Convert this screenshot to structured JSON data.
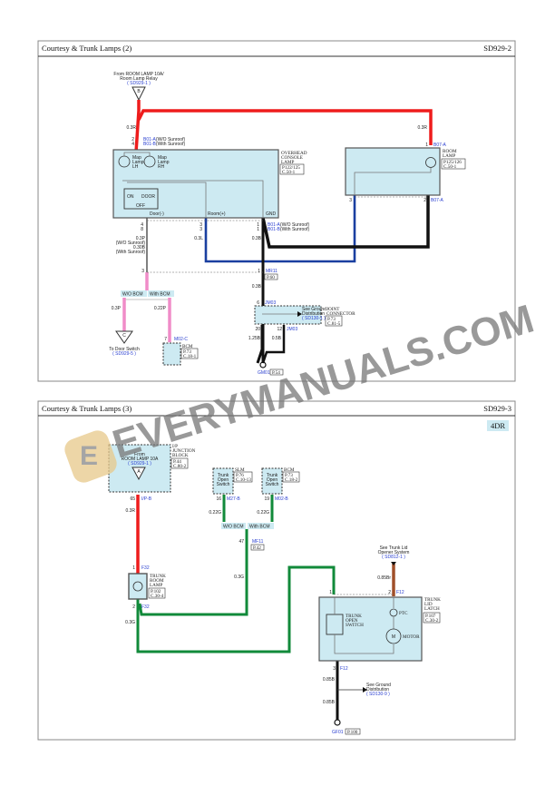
{
  "panels": [
    {
      "title": "Courtesy & Trunk Lamps (2)",
      "code": "SD929-2",
      "from_label1": "From ROOM LAMP 10A/",
      "from_label2": "Room Lamp Relay",
      "from_ref": "( SD929-1 )",
      "from_tri": "B",
      "wire_03r_a": "0.3R",
      "wire_03r_b": "0.3R",
      "pin2": "2",
      "pin4": "4",
      "b01a_top": "B01-A",
      "b01a_top_note": "(W/O Sunroof)",
      "b01b_top": "B01-B",
      "b01b_top_note": "(With Sunroof)",
      "overhead": {
        "name1": "OVERHEAD",
        "name2": "CONSOLE",
        "name3": "LAMP",
        "ref1": "P122/125",
        "ref2": "C.50-1",
        "map_lh1": "Map",
        "map_lh2": "Lamp",
        "map_lh3": "LH",
        "map_rh1": "Map",
        "map_rh2": "Lamp",
        "map_rh3": "RH",
        "sw_on": "ON",
        "sw_door": "DOOR",
        "sw_off": "OFF",
        "door": "Door(-)",
        "room": "Room(+)",
        "gnd": "GND"
      },
      "room_lamp": {
        "name1": "ROOM",
        "name2": "LAMP",
        "ref1": "P125/126",
        "ref2": "C.50-1",
        "pin1": "1",
        "pin1_conn": "B07-A",
        "pin3": "3",
        "pin2": "2",
        "pin2_conn": "B07-A"
      },
      "pins_bottom": {
        "p4": "4",
        "p8": "8",
        "p3a": "3",
        "p3b": "3",
        "p1a": "1",
        "p1b": "1",
        "b01a": "B01-A",
        "b01a_note": "(W/O Sunroof)",
        "b01b": "B01-B",
        "b01b_note": "(With Sunroof)"
      },
      "wire_03p": "0.3P",
      "wire_03p_note": "(W/O Sunroof)",
      "wire_030b": "0.30B",
      "wire_030b_note": "(With Sunroof)",
      "wire_03l": "0.3L",
      "wire_03b_a": "0.3B",
      "wire_03b_b": "0.3B",
      "pin3_left": "3",
      "pin1_mr11": "1",
      "mr11": "MR11",
      "mr11_ref": "P.60",
      "wo_bcm": "W/O BCM",
      "with_bcm": "With BCM",
      "wire_03p_b": "0.3P",
      "wire_022p": "0.22P",
      "tri_c": "C",
      "to_door1": "To Door Switch",
      "to_door_ref": "( SD929-5 )",
      "bcm_pin": "7",
      "bcm_conn": "M02-C",
      "bcm": "BCM",
      "bcm_ref1": "P.73",
      "bcm_ref2": "C.18-1",
      "jm_pin6": "6",
      "jm03": "JM03",
      "jm_see1": "See Ground",
      "jm_see2": "Distribution",
      "jm_see_ref": "( SD130-1 )",
      "joint1": "JOINT",
      "joint2": "CONNECTOR",
      "joint_ref1": "P.73",
      "joint_ref2": "C.81-5",
      "jm_pin20": "20",
      "jm_pin12": "12",
      "jm03b": "JM03",
      "wire_125b": "1.25B",
      "wire_05b": "0.5B",
      "gm01": "GM01",
      "gm01_ref": "P.54"
    },
    {
      "title": "Courtesy & Trunk Lamps (3)",
      "code": "SD929-3",
      "badge": "4DR",
      "ipjb": {
        "from": "From",
        "fuse": "ROOM LAMP 10A",
        "ref": "( SD929-1 )",
        "tri": "A",
        "name1": "I/P",
        "name2": "JUNCTION",
        "name3": "BLOCK",
        "ref1": "P.44",
        "ref2": "C.80-2",
        "pin": "65",
        "conn": "I/P-B"
      },
      "wire_03r": "0.3R",
      "trunk_lamp": {
        "pin1": "1",
        "conn1": "F32",
        "name1": "TRUNK",
        "name2": "ROOM",
        "name3": "LAMP",
        "ref1": "P.102",
        "ref2": "C.30-4",
        "pin2": "2",
        "conn2": "F32"
      },
      "wire_03g_a": "0.3G",
      "wire_03g_b": "0.3G",
      "slm": {
        "label1": "Trunk",
        "label2": "Open",
        "label3": "Switch",
        "name": "SLM",
        "ref1": "P.76",
        "ref2": "C.10-13",
        "pin": "16",
        "conn": "M27-B"
      },
      "bcm": {
        "label1": "Trunk",
        "label2": "Open",
        "label3": "Switch",
        "name": "BCM",
        "ref1": "P.73",
        "ref2": "C.18-2",
        "pin": "19",
        "conn": "M02-B"
      },
      "wire_022g_a": "0.22G",
      "wire_022g_b": "0.22G",
      "wo_bcm": "W/O BCM",
      "with_bcm": "With BCM",
      "mf11_pin": "47",
      "mf11": "MF11",
      "mf11_ref": "P.42",
      "see_trunk1": "See Trunk Lid",
      "see_trunk2": "Opener System",
      "see_trunk_ref": "( SD812-1 )",
      "wire_085br": "0.85Br",
      "latch": {
        "pin1": "1",
        "pin2": "2",
        "conn": "F12",
        "name1": "TRUNK",
        "name2": "LID",
        "name3": "LATCH",
        "ref1": "P.107",
        "ref2": "C.30-2",
        "sw1": "TRUNK",
        "sw2": "OPEN",
        "sw3": "SWITCH",
        "ptc": "PTC",
        "motor": "MOTOR",
        "m": "M",
        "pin3": "3",
        "conn3": "F12"
      },
      "wire_085b_a": "0.85B",
      "wire_085b_b": "0.85B",
      "see_gnd1": "See Ground",
      "see_gnd2": "Distribution",
      "see_gnd_ref": "( SD130-9 )",
      "gf01": "GF01",
      "gf01_ref": "P.100"
    }
  ],
  "watermark": "EVERYMANUALS.COM",
  "colors": {
    "red": "#ee1c1c",
    "blue": "#1a3fa0",
    "black": "#111111",
    "pink": "#f08cc8",
    "green": "#118a3a",
    "brown": "#a0502a",
    "box": "#cdeaf2"
  }
}
